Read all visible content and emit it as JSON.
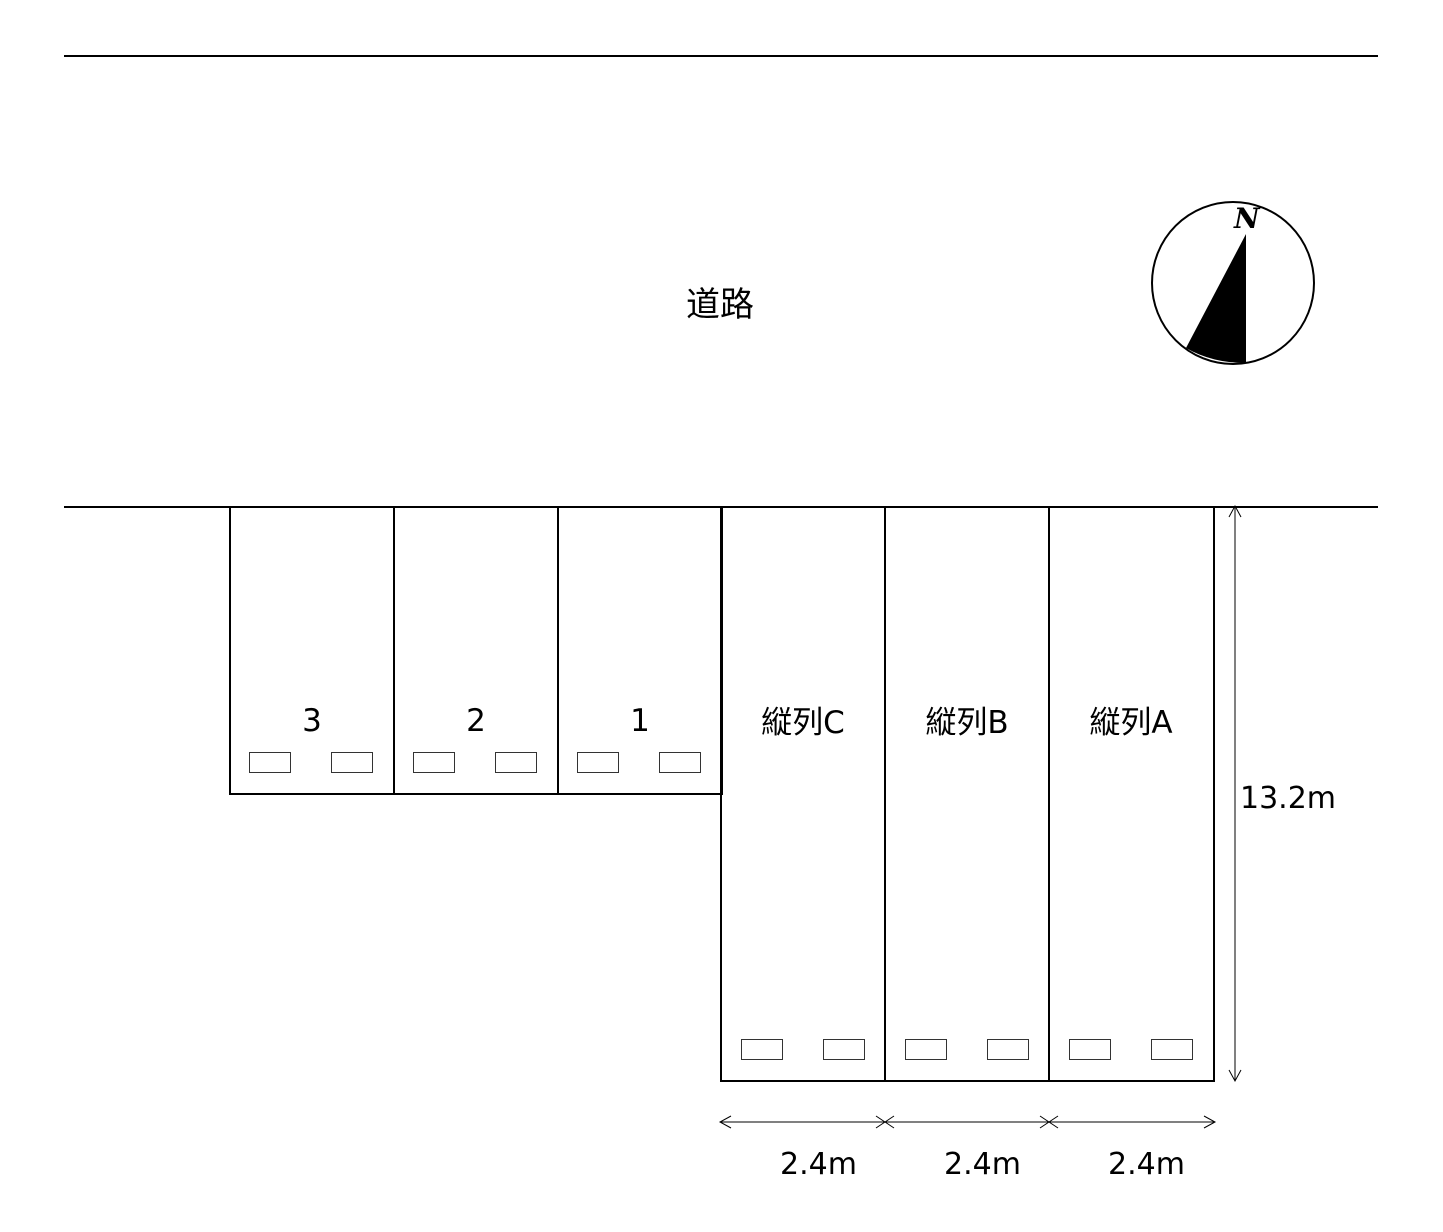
{
  "road": {
    "label": "道路"
  },
  "compass": {
    "north_label": "N"
  },
  "spaces": [
    {
      "id": "3",
      "label": "3"
    },
    {
      "id": "2",
      "label": "2"
    },
    {
      "id": "1",
      "label": "1"
    },
    {
      "id": "C",
      "label": "縦列C"
    },
    {
      "id": "B",
      "label": "縦列B"
    },
    {
      "id": "A",
      "label": "縦列A"
    }
  ],
  "dimensions": {
    "depth": "13.2m",
    "widths": [
      "2.4m",
      "2.4m",
      "2.4m"
    ]
  }
}
